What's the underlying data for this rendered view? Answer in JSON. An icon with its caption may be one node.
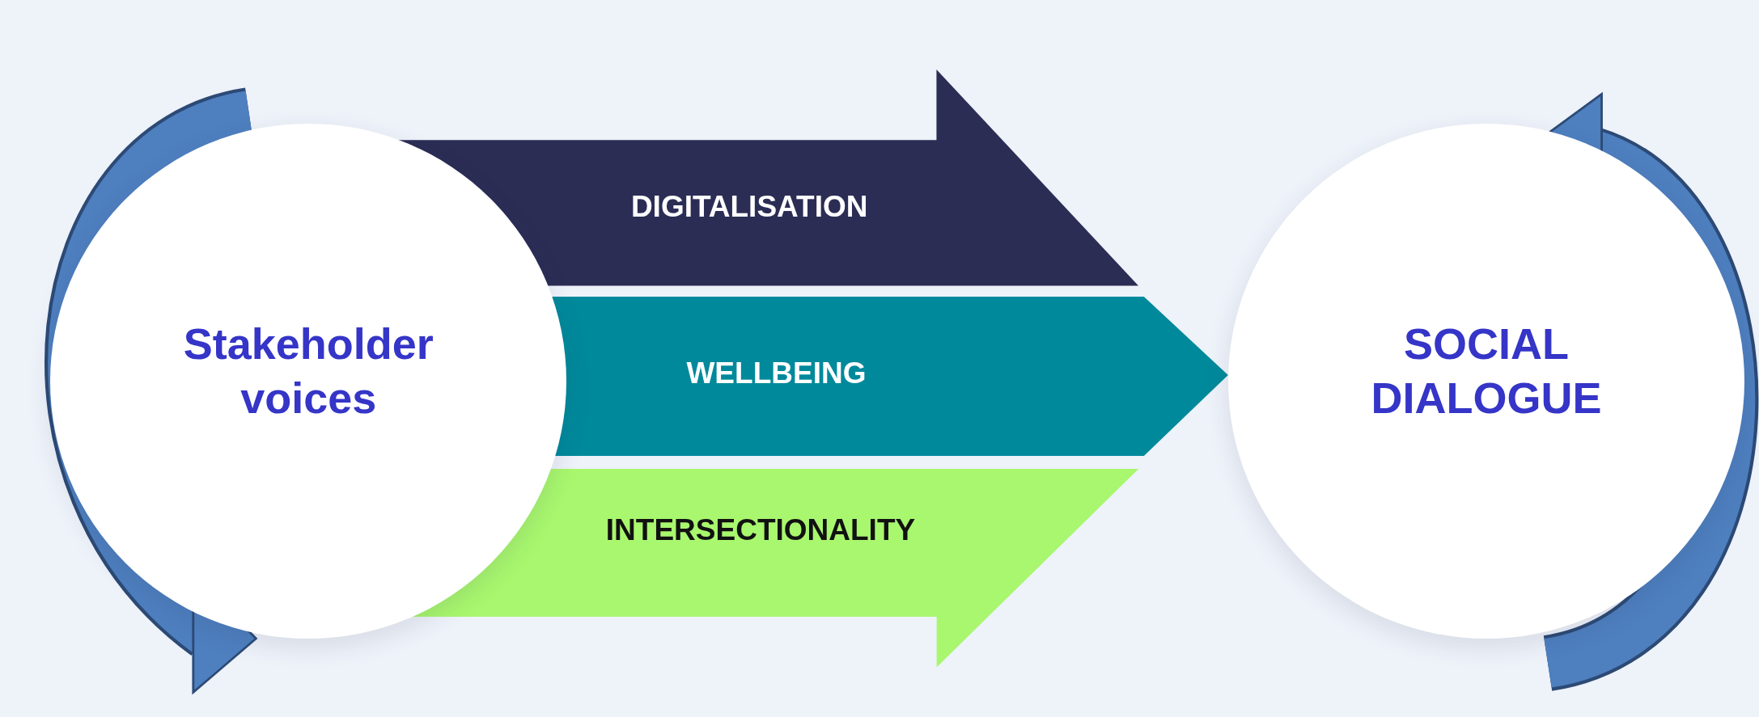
{
  "diagram": {
    "nodes": [
      {
        "text": [
          "Stakeholder voices"
        ]
      },
      {
        "text": [
          "DIGITALISATION"
        ]
      },
      {
        "text": [
          "WELLBEING"
        ]
      },
      {
        "text": [
          "INTERSECTIONALITY"
        ]
      },
      {
        "text": [
          "SOCIAL DIALOGUE"
        ]
      }
    ]
  }
}
